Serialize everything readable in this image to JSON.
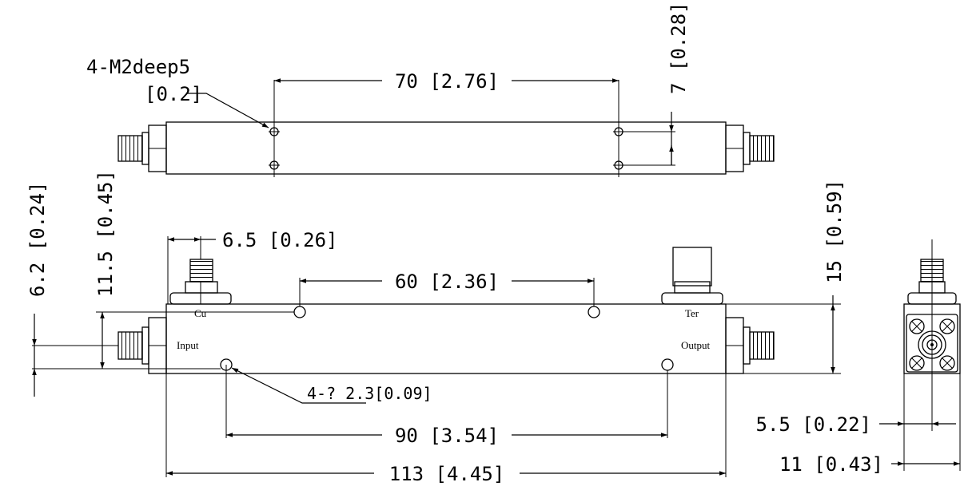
{
  "labels": {
    "cu": "Cu",
    "ter": "Ter",
    "input": "Input",
    "output": "Output"
  },
  "dims": {
    "top_span": "70 [2.76]",
    "tap_thread": "4-M2deep5",
    "tap_thread_sub": "[0.2]",
    "top_height": "7 [0.28]",
    "conn_offset": "6.5 [0.26]",
    "hole_span_top": "60 [2.36]",
    "hole_span_bottom": "90 [3.54]",
    "hole_dia": "4-? 2.3[0.09]",
    "total_length": "113 [4.45]",
    "left_62": "6.2 [0.24]",
    "left_115": "11.5 [0.45]",
    "right_height": "15 [0.59]",
    "side_55": "5.5 [0.22]",
    "side_11": "11 [0.43]"
  }
}
